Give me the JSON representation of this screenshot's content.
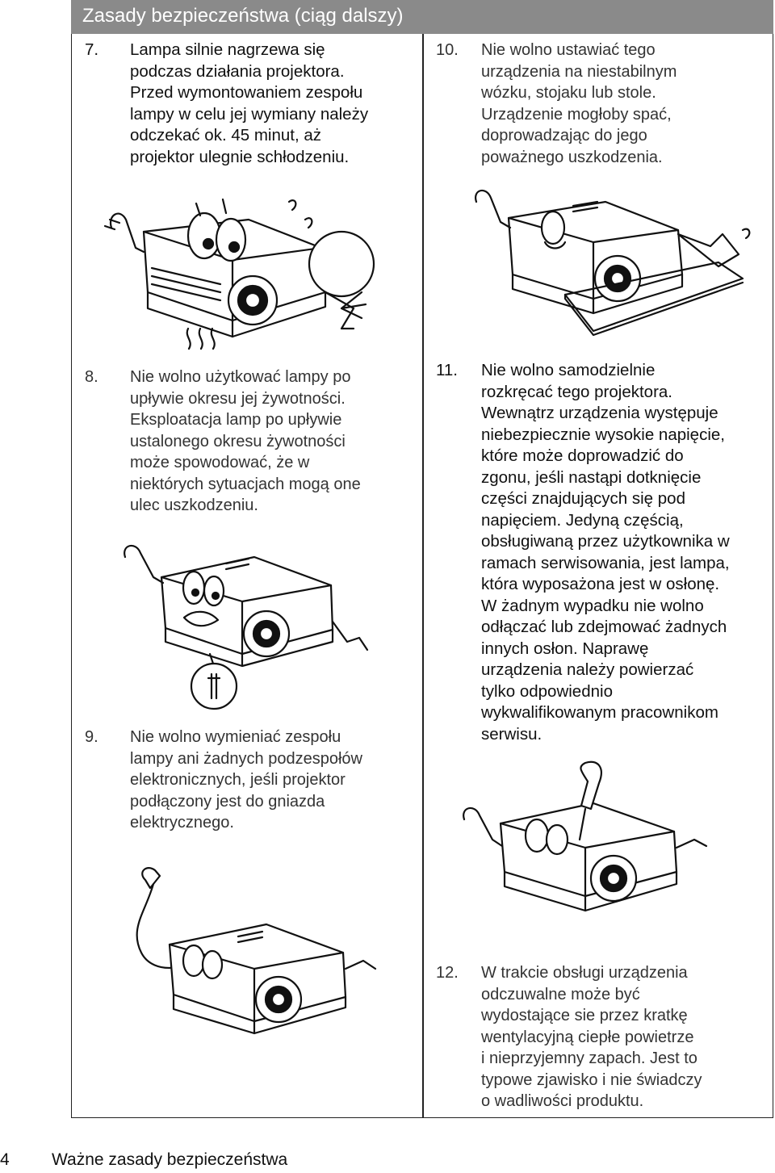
{
  "header": {
    "title": "Zasady bezpieczeństwa (ciąg dalszy)"
  },
  "items": [
    {
      "id": "7",
      "number": "7.",
      "lines": [
        "Lampa silnie nagrzewa się",
        "podczas działania projektora.",
        "Przed wymontowaniem zespołu",
        "lampy w celu jej wymiany należy",
        "odczekać ok. 45 minut, aż",
        "projektor ulegnie schłodzeniu."
      ]
    },
    {
      "id": "8",
      "number": "8.",
      "lines": [
        "Nie wolno użytkować lampy po",
        "upływie okresu jej żywotności.",
        "Eksploatacja lamp po upływie",
        "ustalonego okresu żywotności",
        "może spowodować, że w",
        "niektórych sytuacjach mogą one",
        "ulec uszkodzeniu."
      ]
    },
    {
      "id": "9",
      "number": "9.",
      "lines": [
        "Nie wolno wymieniać zespołu",
        "lampy ani żadnych podzespołów",
        "elektronicznych, jeśli projektor",
        "podłączony jest do gniazda",
        "elektrycznego."
      ]
    },
    {
      "id": "10",
      "number": "10.",
      "lines": [
        "Nie wolno ustawiać tego",
        "urządzenia na niestabilnym",
        "wózku, stojaku lub stole.",
        "Urządzenie mogłoby spać,",
        "doprowadzając do jego",
        "poważnego uszkodzenia."
      ]
    },
    {
      "id": "11",
      "number": "11.",
      "lines": [
        "Nie wolno samodzielnie",
        "rozkręcać tego projektora.",
        "Wewnątrz urządzenia występuje",
        "niebezpiecznie wysokie napięcie,",
        "które może doprowadzić do",
        "zgonu, jeśli nastąpi dotknięcie",
        "części znajdujących się pod",
        "napięciem. Jedyną częścią,",
        "obsługiwaną przez użytkownika w",
        "ramach serwisowania, jest lampa,",
        "która wyposażona jest w osłonę.",
        "W żadnym wypadku nie wolno",
        "odłączać lub zdejmować żadnych",
        "innych osłon. Naprawę",
        "urządzenia należy powierzać",
        "tylko odpowiednio",
        "wykwalifikowanym pracownikom",
        "serwisu."
      ]
    },
    {
      "id": "12",
      "number": "12.",
      "lines": [
        "W trakcie obsługi urządzenia",
        "odczuwalne może być",
        "wydostające sie przez kratkę",
        "wentylacyjną ciepłe powietrze",
        "i nieprzyjemny zapach. Jest to",
        "typowe zjawisko i nie świadczy",
        "o wadliwości produktu."
      ]
    }
  ],
  "footer": {
    "page_number": "4",
    "section_title": "Ważne zasady bezpieczeństwa"
  }
}
